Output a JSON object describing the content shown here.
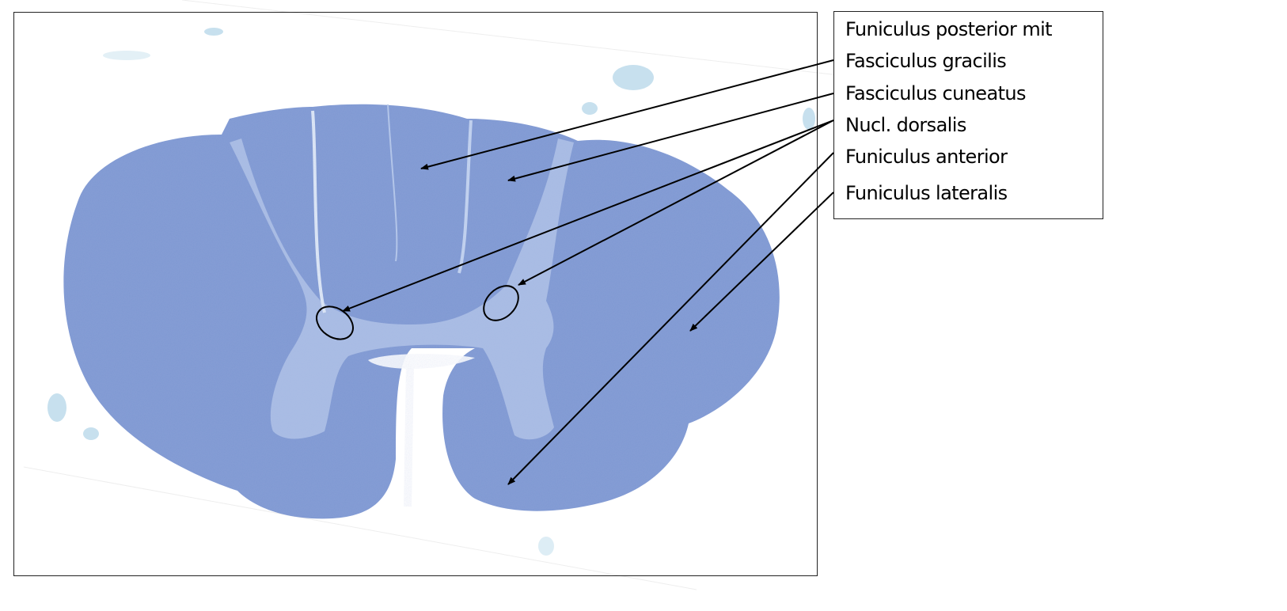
{
  "labels": [
    "Funiculus posterior mit",
    "Fasciculus gracilis",
    "Fasciculus cuneatus",
    "Nucl. dorsalis",
    "Funiculus anterior",
    "Funiculus lateralis"
  ],
  "colors": {
    "white_matter": "#7f98d2",
    "gray_matter": "#a9bce3",
    "frame": "#222222"
  }
}
